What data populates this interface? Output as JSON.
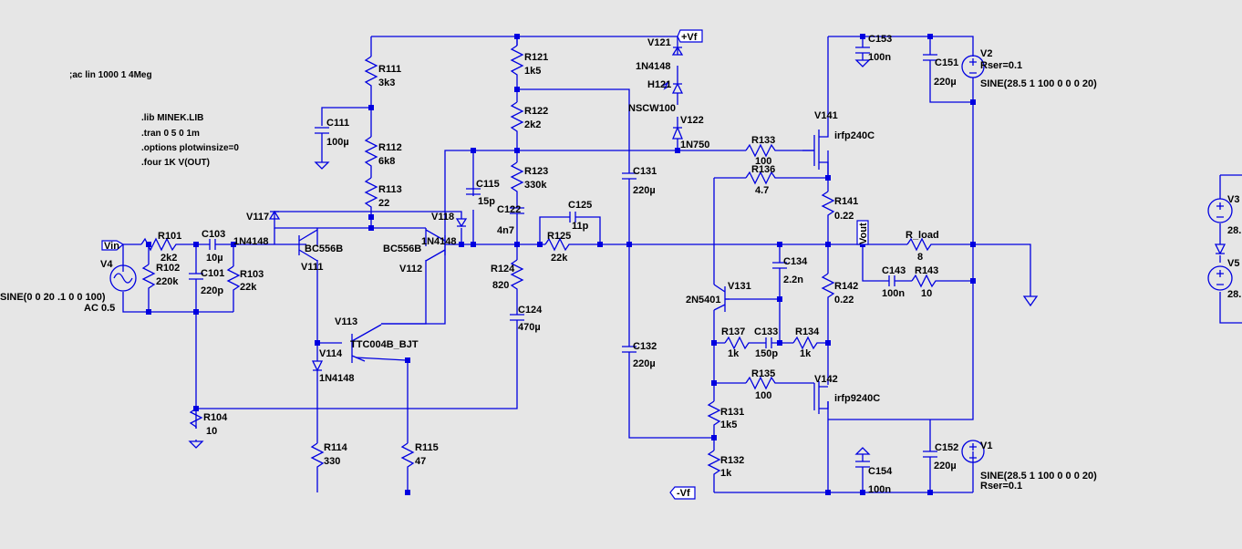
{
  "directives": [
    ";ac lin 1000 1 4Meg",
    ".lib MINEK.LIB",
    ".tran 0 5 0 1m",
    ".options plotwinsize=0",
    ".four 1K V(OUT)"
  ],
  "nets": {
    "vin": "Vin",
    "vf_pos": "+Vf",
    "vf_neg": "-Vf",
    "vout": "Vout"
  },
  "sources": {
    "v4": {
      "name": "V4",
      "value": "SINE(0 0 20 .1 0 0 100)",
      "ac": "AC 0.5"
    },
    "v2": {
      "name": "V2",
      "rser": "Rser=0.1",
      "value": "SINE(28.5 1 100 0 0 0 20)"
    },
    "v1": {
      "name": "V1",
      "rser": "Rser=0.1",
      "value": "SINE(28.5 1 100 0 0 0 20)"
    },
    "v3": {
      "name": "V3",
      "value": "28."
    },
    "v5": {
      "name": "V5",
      "value": "28."
    }
  },
  "resistors": {
    "r101": {
      "name": "R101",
      "value": "2k2"
    },
    "r102": {
      "name": "R102",
      "value": "220k"
    },
    "r103": {
      "name": "R103",
      "value": "22k"
    },
    "r104": {
      "name": "R104",
      "value": "10"
    },
    "r111": {
      "name": "R111",
      "value": "3k3"
    },
    "r112": {
      "name": "R112",
      "value": "6k8"
    },
    "r113": {
      "name": "R113",
      "value": "22"
    },
    "r114": {
      "name": "R114",
      "value": "330"
    },
    "r115": {
      "name": "R115",
      "value": "47"
    },
    "r121": {
      "name": "R121",
      "value": "1k5"
    },
    "r122": {
      "name": "R122",
      "value": "2k2"
    },
    "r123": {
      "name": "R123",
      "value": "330k"
    },
    "r124": {
      "name": "R124",
      "value": "820"
    },
    "r125": {
      "name": "R125",
      "value": "22k"
    },
    "r131": {
      "name": "R131",
      "value": "1k5"
    },
    "r132": {
      "name": "R132",
      "value": "1k"
    },
    "r133": {
      "name": "R133",
      "value": "100"
    },
    "r134": {
      "name": "R134",
      "value": "1k"
    },
    "r135": {
      "name": "R135",
      "value": "100"
    },
    "r136": {
      "name": "R136",
      "value": "4.7"
    },
    "r137": {
      "name": "R137",
      "value": "1k"
    },
    "r141": {
      "name": "R141",
      "value": "0.22"
    },
    "r142": {
      "name": "R142",
      "value": "0.22"
    },
    "r143": {
      "name": "R143",
      "value": "10"
    },
    "rload": {
      "name": "R_load",
      "value": "8"
    }
  },
  "capacitors": {
    "c101": {
      "name": "C101",
      "value": "220p"
    },
    "c103": {
      "name": "C103",
      "value": "10µ"
    },
    "c111": {
      "name": "C111",
      "value": "100µ"
    },
    "c115": {
      "name": "C115",
      "value": "15p"
    },
    "c122": {
      "name": "C122",
      "value": "4n7"
    },
    "c124": {
      "name": "C124",
      "value": "470µ"
    },
    "c125": {
      "name": "C125",
      "value": "11p"
    },
    "c131": {
      "name": "C131",
      "value": "220µ"
    },
    "c132": {
      "name": "C132",
      "value": "220µ"
    },
    "c133": {
      "name": "C133",
      "value": "150p"
    },
    "c134": {
      "name": "C134",
      "value": "2.2n"
    },
    "c143": {
      "name": "C143",
      "value": "100n"
    },
    "c151": {
      "name": "C151",
      "value": "220µ"
    },
    "c152": {
      "name": "C152",
      "value": "220µ"
    },
    "c153": {
      "name": "C153",
      "value": "100n"
    },
    "c154": {
      "name": "C154",
      "value": "100n"
    }
  },
  "diodes": {
    "v114": {
      "name": "V114",
      "value": "1N4148"
    },
    "v117": {
      "name": "V117",
      "value": "1N4148"
    },
    "v118": {
      "name": "V118",
      "value": "1N4148"
    },
    "v121": {
      "name": "V121",
      "value": "1N4148"
    },
    "h121": {
      "name": "H121",
      "value": "NSCW100"
    },
    "v122": {
      "name": "V122",
      "value": "1N750"
    }
  },
  "transistors": {
    "v111": {
      "name": "V111",
      "model": "BC556B"
    },
    "v112": {
      "name": "V112",
      "model": "BC556B"
    },
    "v113": {
      "name": "V113",
      "model": "TTC004B_BJT"
    },
    "v131": {
      "name": "V131",
      "model": "2N5401"
    },
    "v141": {
      "name": "V141",
      "model": "irfp240C"
    },
    "v142": {
      "name": "V142",
      "model": "irfp9240C"
    }
  },
  "colors": {
    "background": "#e6e6e6",
    "wire": "#0000e0",
    "text": "#000000"
  }
}
